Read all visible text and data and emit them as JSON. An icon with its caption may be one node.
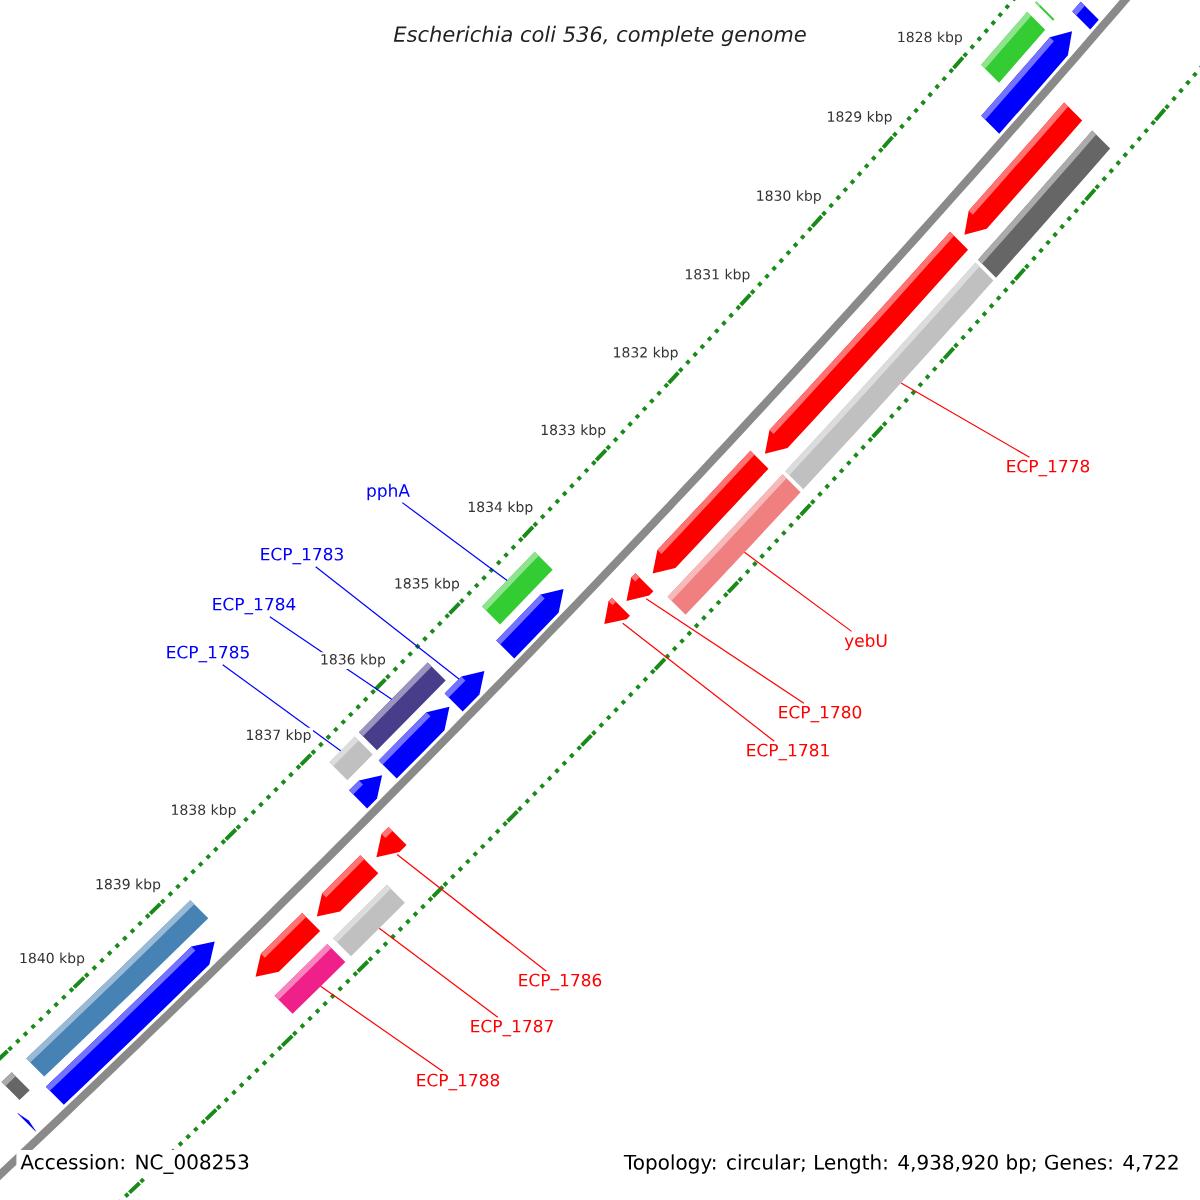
{
  "diagram": {
    "title": "Escherichia coli 536, complete genome",
    "nodes": [
      {
        "text": [
          "ECP_1778"
        ]
      },
      {
        "text": [
          "pphA"
        ]
      },
      {
        "text": [
          "ECP_1783"
        ]
      },
      {
        "text": [
          "ECP_1784"
        ]
      },
      {
        "text": [
          "yebU"
        ]
      },
      {
        "text": [
          "ECP_1785"
        ]
      },
      {
        "text": [
          "ECP_1780"
        ]
      },
      {
        "text": [
          "ECP_1781"
        ]
      },
      {
        "text": [
          "ECP_1786"
        ]
      },
      {
        "text": [
          "ECP_1787"
        ]
      },
      {
        "text": [
          "ECP_1788"
        ]
      },
      {
        "text": [],
        "shape": "bar"
      },
      {
        "text": [],
        "shape": "pentagon"
      },
      {
        "text": [],
        "shape": "bar"
      },
      {
        "text": [],
        "shape": "pentagon"
      },
      {
        "text": [],
        "shape": "pentagon"
      },
      {
        "text": [],
        "shape": "bar"
      },
      {
        "text": [],
        "shape": "pentagon"
      },
      {
        "text": [],
        "shape": "bar"
      },
      {
        "text": [],
        "shape": "pentagon"
      },
      {
        "text": [],
        "shape": "bar"
      },
      {
        "text": [],
        "shape": "bar"
      },
      {
        "text": [],
        "shape": "pentagon"
      },
      {
        "text": [],
        "shape": "pentagon"
      },
      {
        "text": [],
        "shape": "pentagon"
      },
      {
        "text": [],
        "shape": "pentagon"
      },
      {
        "text": [],
        "shape": "bar"
      },
      {
        "text": [],
        "shape": "pentagon"
      },
      {
        "text": [],
        "shape": "bar"
      },
      {
        "text": [],
        "shape": "pentagon"
      },
      {
        "text": [],
        "shape": "pentagon"
      },
      {
        "text": [],
        "shape": "pentagon"
      },
      {
        "text": [],
        "shape": "bar"
      },
      {
        "text": [],
        "shape": "pentagon"
      },
      {
        "text": [],
        "shape": "bar"
      },
      {
        "text": [],
        "shape": "bar"
      },
      {
        "text": [],
        "shape": "pentagon"
      },
      {
        "text": [],
        "shape": "bar"
      },
      {
        "text": [],
        "shape": "pentagon"
      }
    ],
    "edges": [
      {
        "from": 0,
        "to": 18,
        "arrow": "none"
      },
      {
        "from": 1,
        "to": 21,
        "arrow": "none",
        "color": "#0000ff"
      },
      {
        "from": 2,
        "to": 25,
        "arrow": "none",
        "color": "#0000ff"
      },
      {
        "from": 3,
        "to": 26,
        "arrow": "none",
        "color": "#0000ff"
      },
      {
        "from": 4,
        "to": 20,
        "arrow": "none"
      },
      {
        "from": 5,
        "to": 28,
        "arrow": "none",
        "color": "#0000ff"
      },
      {
        "from": 6,
        "to": 22,
        "arrow": "none"
      },
      {
        "from": 7,
        "to": 23,
        "arrow": "none"
      },
      {
        "from": 8,
        "to": 30,
        "arrow": "none"
      },
      {
        "from": 9,
        "to": 32,
        "arrow": "none"
      },
      {
        "from": 10,
        "to": 34,
        "arrow": "none"
      }
    ],
    "labels": [
      "1828 kbp",
      "1829 kbp",
      "1830 kbp",
      "1831 kbp",
      "1832 kbp",
      "1833 kbp",
      "1834 kbp",
      "1835 kbp",
      "1836 kbp",
      "1837 kbp",
      "1838 kbp",
      "1839 kbp",
      "1840 kbp",
      "Accession: NC_008253",
      "Topology: circular; Length: 4,938,920 bp; Genes: 4,722"
    ]
  }
}
